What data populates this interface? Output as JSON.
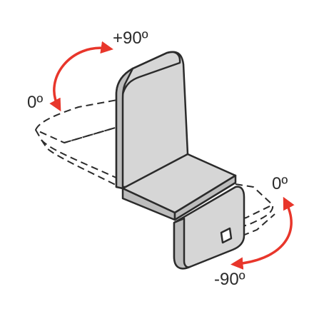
{
  "labels": {
    "plus_90": "+90º",
    "zero_left": "0º",
    "zero_right": "0º",
    "minus_90": "-90º"
  },
  "colors": {
    "arrow": "#e8362b",
    "outline": "#2b2b2b",
    "panel_fill": "#d6d6d6",
    "panel_shade": "#bdbdbd",
    "background": "#ffffff"
  }
}
